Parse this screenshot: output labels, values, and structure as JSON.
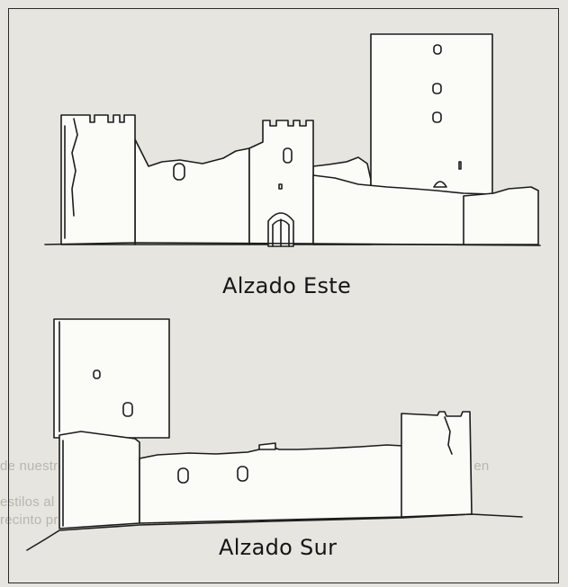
{
  "figure": {
    "caption_east": "Alzado Este",
    "caption_south": "Alzado Sur"
  },
  "bleed_through_text": [
    "de nuestro torreón, que, aunque conserva escasos restos, la estructura está en",
    "estilos al exterior, siendo la parte de los lienzos muros la más antigua del",
    "recinto principal de la fortaleza."
  ]
}
